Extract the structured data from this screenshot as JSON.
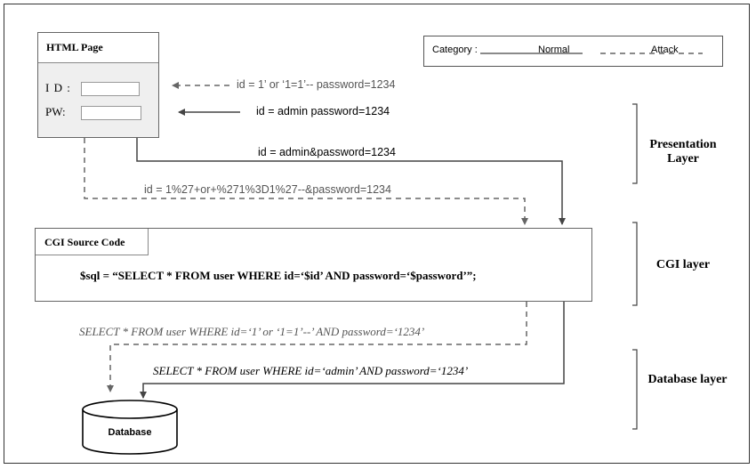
{
  "html_page": {
    "title": "HTML Page",
    "id_label": "I D :",
    "pw_label": "PW:"
  },
  "legend": {
    "title": "Category :",
    "normal_label": "Normal",
    "attack_label": "Attack"
  },
  "requests": {
    "attack_login": "id = 1’ or ‘1=1’--    password=1234",
    "normal_login": "id = admin    password=1234",
    "normal_query": "id = admin&password=1234",
    "attack_query": "id = 1%27+or+%271%3D1%27--&password=1234"
  },
  "cgi": {
    "title": "CGI Source Code",
    "code": "$sql = “SELECT * FROM user WHERE id=‘$id’ AND password=‘$password’”;"
  },
  "sql": {
    "attack": "SELECT * FROM user WHERE id=‘1’ or ‘1=1’--’ AND password=‘1234’",
    "normal": "SELECT * FROM user WHERE id=‘admin’ AND password=‘1234’"
  },
  "database": {
    "label": "Database"
  },
  "layers": {
    "presentation_line1": "Presentation",
    "presentation_line2": "Layer",
    "cgi": "CGI layer",
    "database": "Database layer"
  }
}
